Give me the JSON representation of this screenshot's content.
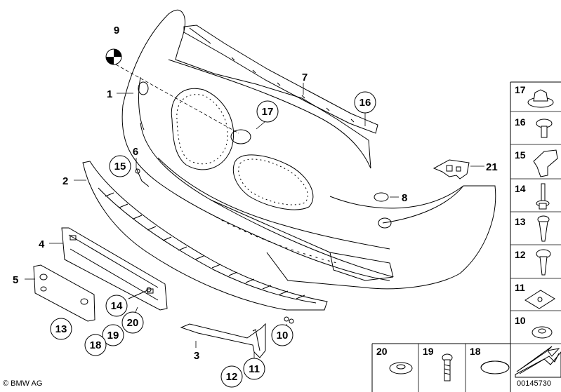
{
  "callouts": {
    "c1": "1",
    "c2": "2",
    "c3": "3",
    "c4": "4",
    "c5": "5",
    "c6": "6",
    "c7": "7",
    "c8": "8",
    "c9": "9",
    "c10": "10",
    "c11": "11",
    "c12": "12",
    "c13": "13",
    "c14": "14",
    "c15": "15",
    "c16": "16",
    "c17": "17",
    "c18": "18",
    "c19": "19",
    "c20": "20",
    "c21": "21"
  },
  "side_panel": {
    "p17": "17",
    "p16": "16",
    "p15": "15",
    "p14": "14",
    "p13": "13",
    "p12": "12",
    "p11": "11",
    "p10": "10"
  },
  "bottom_panel": {
    "b20": "20",
    "b19": "19",
    "b18": "18"
  },
  "footer": {
    "copyright": "© BMW AG",
    "diagram_number": "00145730"
  }
}
